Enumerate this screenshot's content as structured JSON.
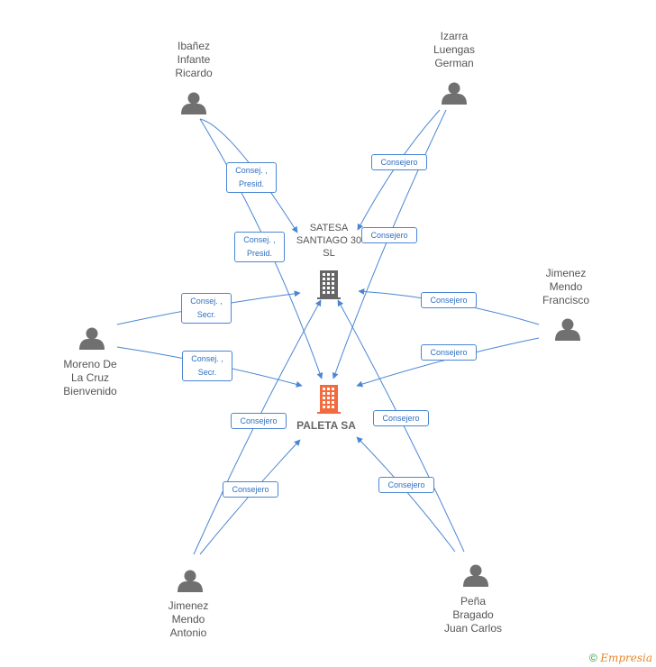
{
  "persons": [
    {
      "id": "ibanez",
      "name": "Ibañez\nInfante\nRicardo"
    },
    {
      "id": "izarra",
      "name": "Izarra\nLuengas\nGerman"
    },
    {
      "id": "jimenez-francisco",
      "name": "Jimenez\nMendo\nFrancisco"
    },
    {
      "id": "moreno",
      "name": "Moreno De\nLa Cruz\nBienvenido"
    },
    {
      "id": "jimenez-antonio",
      "name": "Jimenez\nMendo\nAntonio"
    },
    {
      "id": "pena",
      "name": "Peña\nBragado\nJuan Carlos"
    }
  ],
  "companies": [
    {
      "id": "satesa",
      "name": "SATESA\nSANTIAGO 30\nSL",
      "main": false,
      "color": "#666666"
    },
    {
      "id": "paleta",
      "name": "PALETA SA",
      "main": true,
      "color": "#f26a3e"
    }
  ],
  "edges": [
    {
      "from": "ibanez",
      "to": "satesa",
      "label": "Consej. ,\nPresid."
    },
    {
      "from": "ibanez",
      "to": "paleta",
      "label": "Consej. ,\nPresid."
    },
    {
      "from": "izarra",
      "to": "satesa",
      "label": "Consejero"
    },
    {
      "from": "izarra",
      "to": "paleta",
      "label": "Consejero"
    },
    {
      "from": "moreno",
      "to": "satesa",
      "label": "Consej. ,\nSecr."
    },
    {
      "from": "moreno",
      "to": "paleta",
      "label": "Consej. ,\nSecr."
    },
    {
      "from": "jimenez-francisco",
      "to": "satesa",
      "label": "Consejero"
    },
    {
      "from": "jimenez-francisco",
      "to": "paleta",
      "label": "Consejero"
    },
    {
      "from": "jimenez-antonio",
      "to": "satesa",
      "label": "Consejero"
    },
    {
      "from": "jimenez-antonio",
      "to": "paleta",
      "label": "Consejero"
    },
    {
      "from": "pena",
      "to": "satesa",
      "label": "Consejero"
    },
    {
      "from": "pena",
      "to": "paleta",
      "label": "Consejero"
    }
  ],
  "colors": {
    "edge": "#4a86d4",
    "person_icon": "#707070",
    "label_text": "#2f6fc2"
  },
  "footer": {
    "copyright": "©",
    "brand": "Empresia"
  }
}
